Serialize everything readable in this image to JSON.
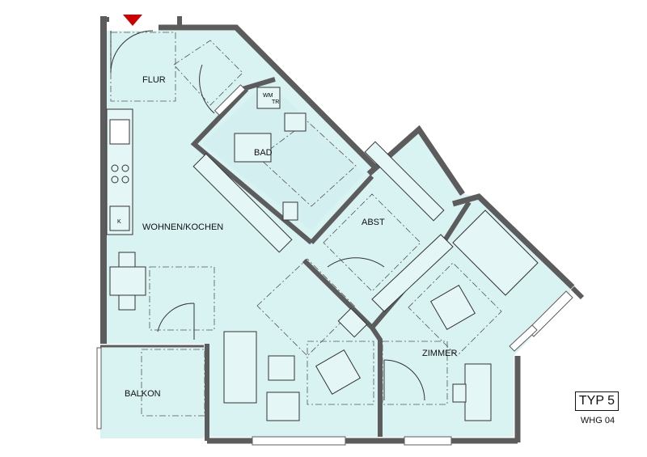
{
  "rooms": {
    "flur": "FLUR",
    "bad": "BAD",
    "wohnen": "WOHNEN/KOCHEN",
    "abst": "ABST",
    "zimmer": "ZIMMER",
    "balkon": "BALKON"
  },
  "fixtures": {
    "wm": "WM",
    "tr": "TR",
    "k": "K"
  },
  "plan_info": {
    "typ": "TYP 5",
    "whg": "WHG 04"
  },
  "colors": {
    "floor": "#d9f3f3",
    "wall": "#5c5c5c",
    "entry_marker": "#cc0000"
  }
}
